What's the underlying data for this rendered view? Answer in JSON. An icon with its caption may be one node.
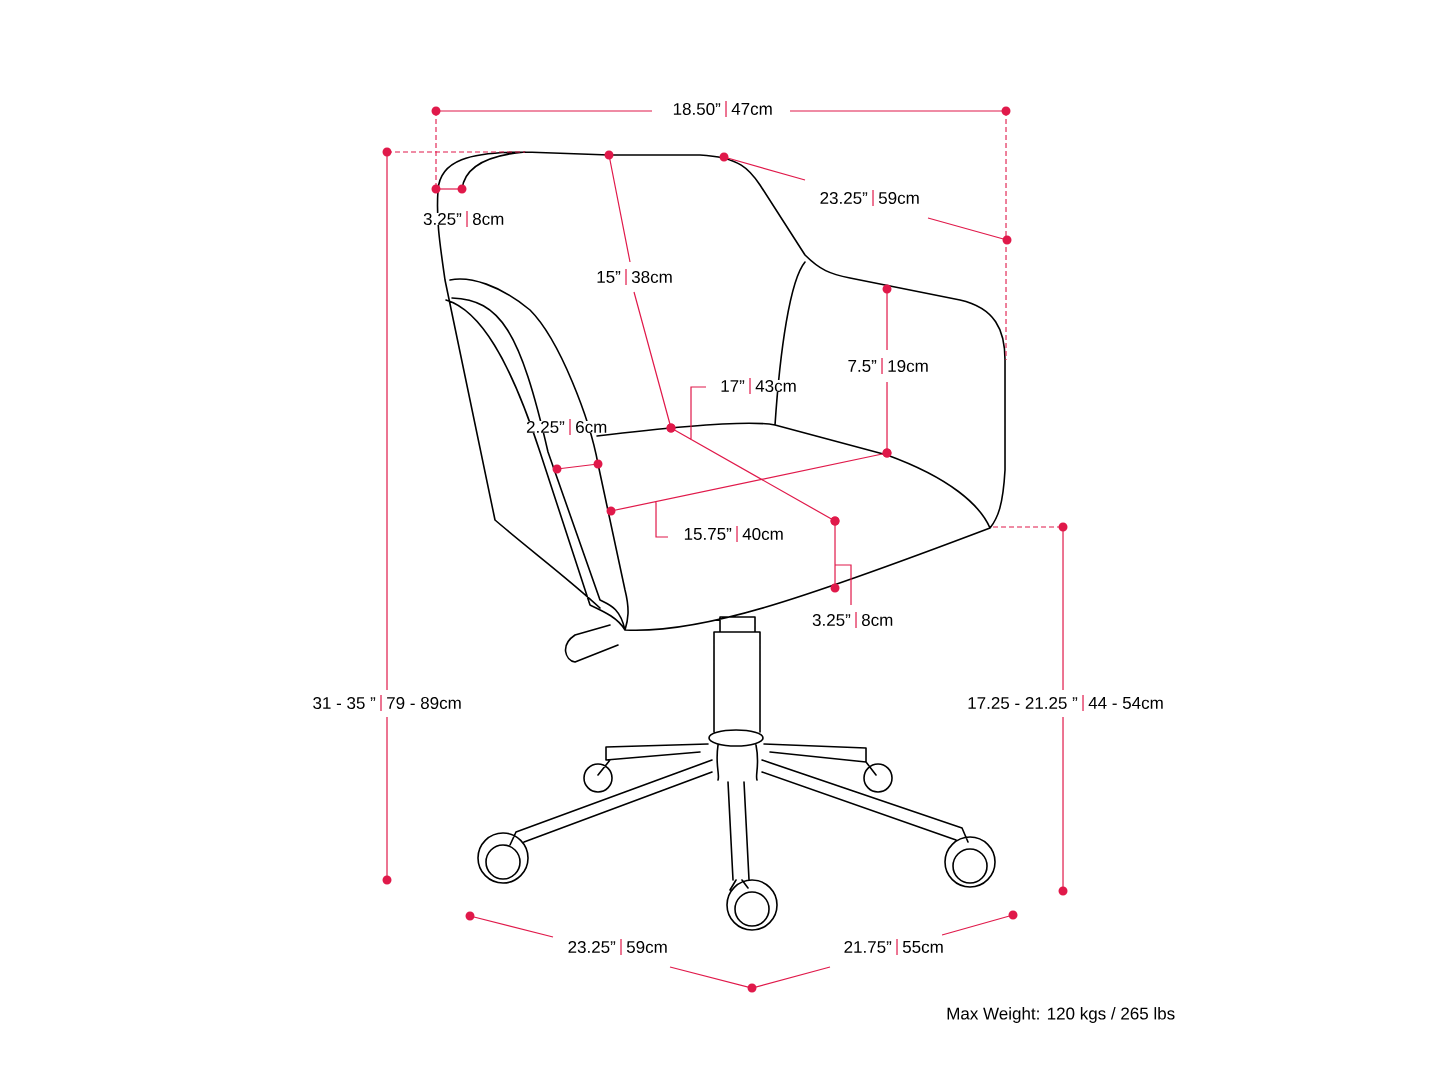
{
  "diagram": {
    "labels": [
      "18.50”",
      "47cm",
      "23.25”",
      "59cm",
      "3.25”",
      "8cm",
      "15”",
      "38cm",
      "7.5”",
      "19cm",
      "17”",
      "43cm",
      "2.25”",
      "6cm",
      "15.75”",
      "40cm",
      "3.25”",
      "8cm",
      "31 - 35 ”",
      "79 - 89cm",
      "17.25 - 21.25 ”",
      "44 - 54cm",
      "23.25”",
      "59cm",
      "21.75”",
      "55cm",
      "Max Weight: 120 kgs / 265 lbs"
    ]
  }
}
